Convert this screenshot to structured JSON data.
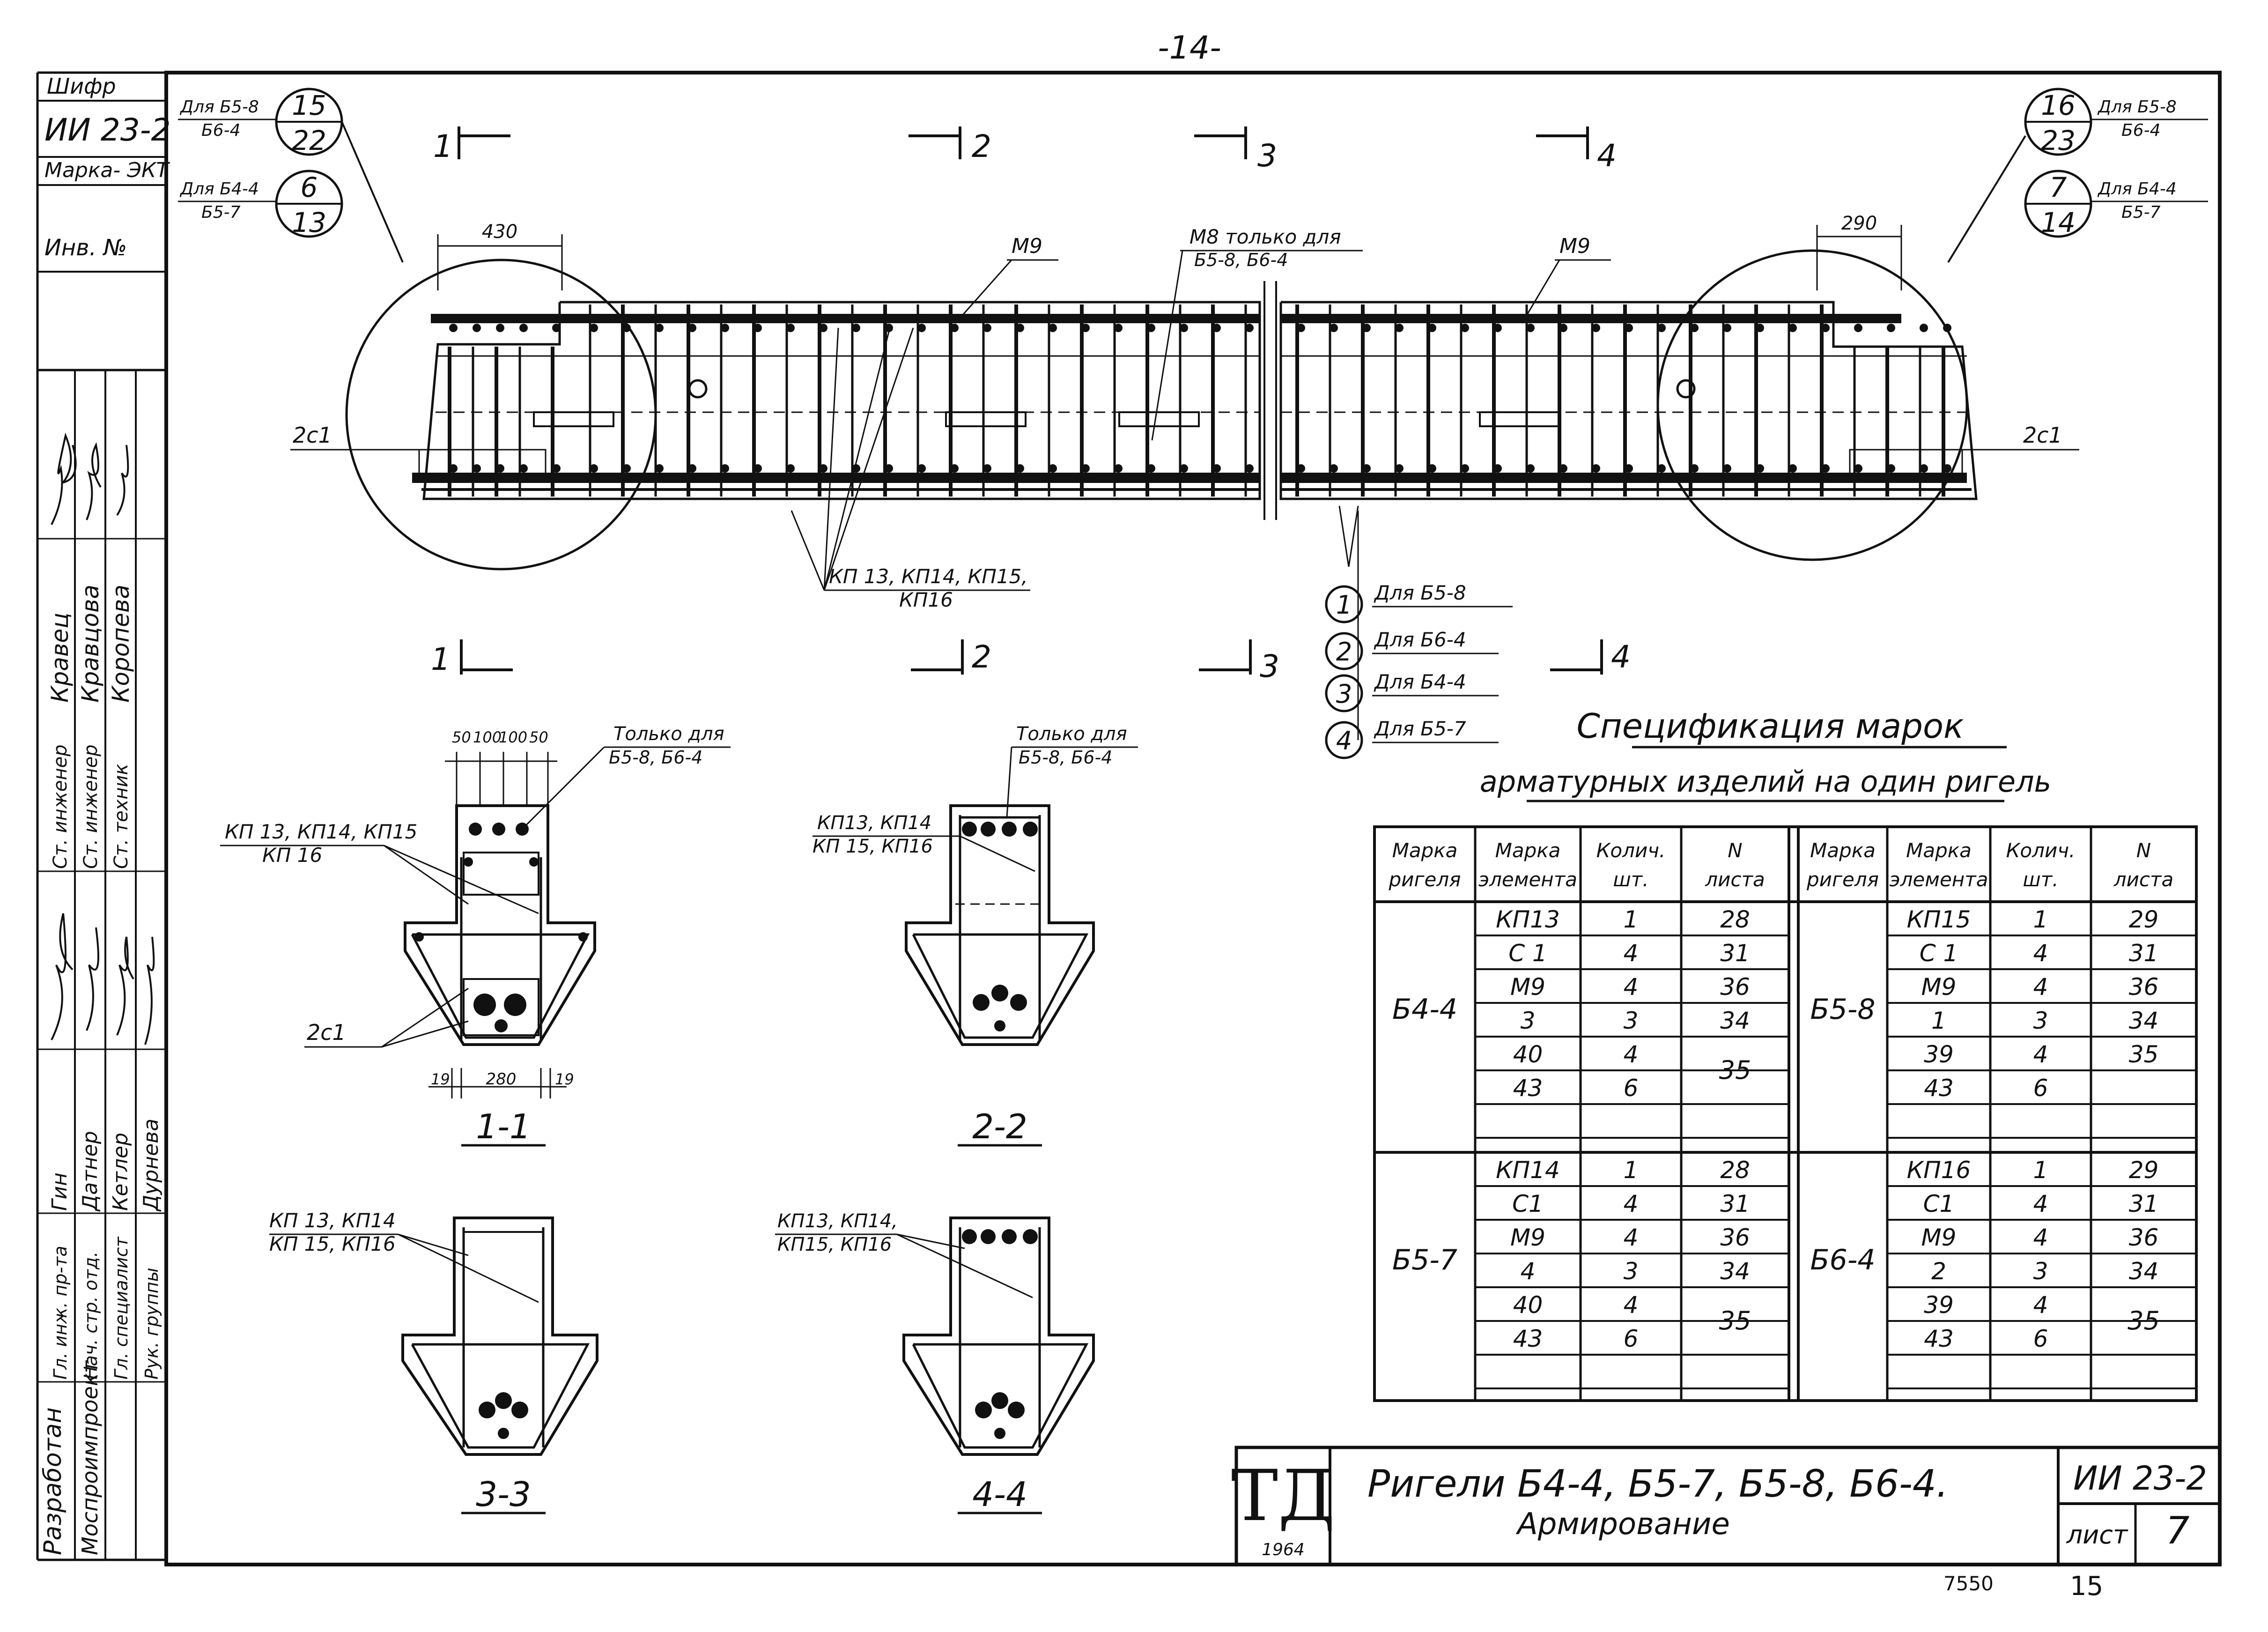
{
  "page_number": "-14-",
  "side_stamp": {
    "cipher_label": "Шифр",
    "cipher_value": "ИИ 23-2",
    "marka_label": "Марка- ЭКТ",
    "inv_label": "Инв. №",
    "developed_label": "Разработан",
    "org_name": "Моспроимпроект",
    "positions": [
      "Гл. инж. пр-та",
      "Нач. стр. отд.",
      "Гл. специалист",
      "Рук. группы",
      "Ст. инженер",
      "Ст. инженер",
      "Ст. техник"
    ],
    "names": [
      "Гин",
      "Датнер",
      "Кетлер",
      "Дурнева",
      "Кравец",
      "Кравцова",
      "Коропева"
    ]
  },
  "main_view": {
    "left_callout": {
      "for_1": "Для Б5-8",
      "for_1b": "Б6-4",
      "num_1": "15",
      "num_1b": "22",
      "for_2": "Для Б4-4",
      "for_2b": "Б5-7",
      "num_2": "6",
      "num_2b": "13"
    },
    "right_callout": {
      "for_1": "Для Б5-8",
      "for_1b": "Б6-4",
      "num_1": "16",
      "num_1b": "23",
      "for_2": "Для Б4-4",
      "for_2b": "Б5-7",
      "num_2": "7",
      "num_2b": "14"
    },
    "dim_left": "430",
    "dim_right": "290",
    "m9_left": "М9",
    "m9_right": "М9",
    "m8_label": "М8 только для",
    "m8_sub": "Б5-8, Б6-4",
    "c1_left": "2с1",
    "c1_right": "2с1",
    "kp_label": "КП 13, КП14, КП15,",
    "kp_label_2": "КП16",
    "section_marks_top": [
      "1",
      "2",
      "3",
      "4"
    ],
    "section_marks_bottom": [
      "1",
      "2",
      "3",
      "4"
    ]
  },
  "variant_legend": [
    {
      "num": "1",
      "text": "Для Б5-8"
    },
    {
      "num": "2",
      "text": "Для Б6-4"
    },
    {
      "num": "3",
      "text": "Для Б4-4"
    },
    {
      "num": "4",
      "text": "Для Б5-7"
    }
  ],
  "sections": {
    "s1": {
      "title": "1-1",
      "dims_top": [
        "50",
        "100",
        "100",
        "50"
      ],
      "only_for": "Только для",
      "only_for_2": "Б5-8, Б6-4",
      "kp": "КП 13, КП14, КП15",
      "kp2": "КП 16",
      "c1": "2с1",
      "dims_bottom": [
        "19",
        "280",
        "19"
      ]
    },
    "s2": {
      "title": "2-2",
      "only_for": "Только для",
      "only_for_2": "Б5-8, Б6-4",
      "kp": "КП13, КП14",
      "kp2": "КП 15, КП16"
    },
    "s3": {
      "title": "3-3",
      "kp": "КП 13, КП14",
      "kp2": "КП 15, КП16"
    },
    "s4": {
      "title": "4-4",
      "kp": "КП13, КП14,",
      "kp2": "КП15, КП16"
    }
  },
  "spec": {
    "title_1": "Спецификация марок",
    "title_2": "арматурных изделий на один ригель",
    "headers": [
      "Марка ригеля",
      "Марка элемента",
      "Колич. шт.",
      "N листа"
    ],
    "header_lines": [
      [
        "Марка",
        "ригеля"
      ],
      [
        "Марка",
        "элемента"
      ],
      [
        "Колич.",
        "шт."
      ],
      [
        "N",
        "листа"
      ]
    ],
    "blocks": [
      {
        "riegel": "Б4-4",
        "rows": [
          [
            "КП13",
            "1",
            "28"
          ],
          [
            "С 1",
            "4",
            "31"
          ],
          [
            "М9",
            "4",
            "36"
          ],
          [
            "3",
            "3",
            "34"
          ],
          [
            "40",
            "4",
            ""
          ],
          [
            "43",
            "6",
            ""
          ]
        ],
        "merged_sheet": "35"
      },
      {
        "riegel": "Б5-8",
        "rows": [
          [
            "КП15",
            "1",
            "29"
          ],
          [
            "С 1",
            "4",
            "31"
          ],
          [
            "М9",
            "4",
            "36"
          ],
          [
            "1",
            "3",
            "34"
          ],
          [
            "39",
            "4",
            "35"
          ],
          [
            "43",
            "6",
            ""
          ]
        ],
        "merged_sheet": ""
      },
      {
        "riegel": "Б5-7",
        "rows": [
          [
            "КП14",
            "1",
            "28"
          ],
          [
            "С1",
            "4",
            "31"
          ],
          [
            "М9",
            "4",
            "36"
          ],
          [
            "4",
            "3",
            "34"
          ],
          [
            "40",
            "4",
            ""
          ],
          [
            "43",
            "6",
            ""
          ]
        ],
        "merged_sheet": "35"
      },
      {
        "riegel": "Б6-4",
        "rows": [
          [
            "КП16",
            "1",
            "29"
          ],
          [
            "С1",
            "4",
            "31"
          ],
          [
            "М9",
            "4",
            "36"
          ],
          [
            "2",
            "3",
            "34"
          ],
          [
            "39",
            "4",
            ""
          ],
          [
            "43",
            "6",
            ""
          ]
        ],
        "merged_sheet": "35"
      }
    ]
  },
  "title_block": {
    "logo": "ТД",
    "year": "1964",
    "title": "Ригели Б4-4, Б5-7, Б5-8, Б6-4.",
    "subtitle": "Армирование",
    "code": "ИИ 23-2",
    "sheet_label": "лист",
    "sheet_no": "7",
    "archive_no": "7550",
    "page_bottom": "15"
  }
}
